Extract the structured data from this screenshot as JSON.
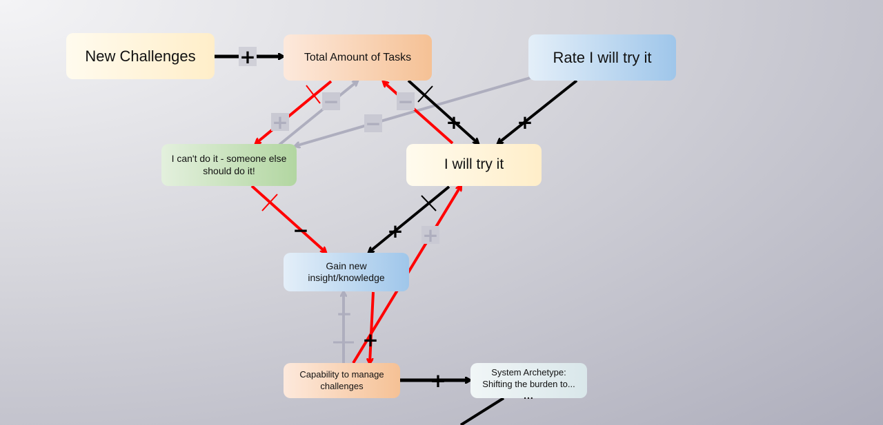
{
  "nodes": {
    "new_challenges": "New Challenges",
    "total_tasks": "Total Amount of Tasks",
    "rate_try": "Rate I will try it",
    "cant_do_it": "I can't do it - someone else should do it!",
    "will_try": "I will try it",
    "gain_insight": "Gain new insight/knowledge",
    "capability": "Capability to manage challenges",
    "archetype": "System Archetype: Shifting the burden to...",
    "archetype_more": "..."
  },
  "polarity": {
    "plus": "+",
    "minus": "−"
  },
  "colors": {
    "red_link": "#ff0000",
    "black_link": "#000000",
    "gray_link": "#aeaebe",
    "gray_sign": "#c4c4cf"
  }
}
